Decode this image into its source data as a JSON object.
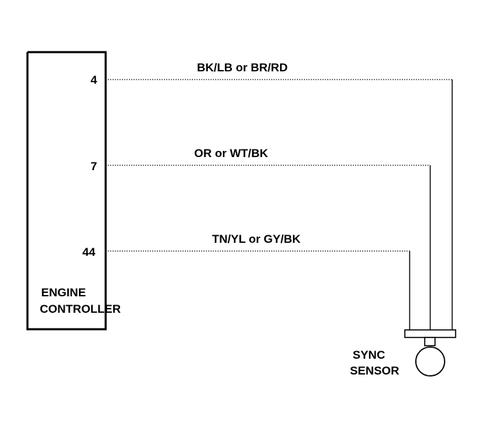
{
  "controller": {
    "label_line1": "ENGINE",
    "label_line2": "CONTROLLER"
  },
  "sensor": {
    "label_line1": "SYNC",
    "label_line2": "SENSOR"
  },
  "circuits": [
    {
      "pin": "4",
      "wire_label": "BK/LB or BR/RD"
    },
    {
      "pin": "7",
      "wire_label": "OR or WT/BK"
    },
    {
      "pin": "44",
      "wire_label": "TN/YL or GY/BK"
    }
  ]
}
